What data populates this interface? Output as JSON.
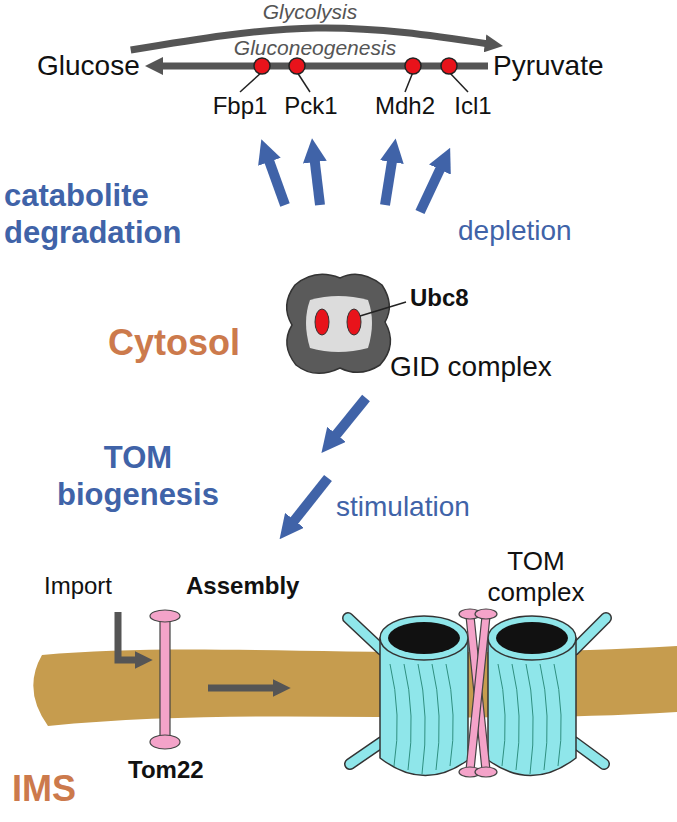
{
  "diagram": {
    "nodes": [
      {
        "text": [
          "Glucose"
        ]
      },
      {
        "text": [
          "Pyruvate"
        ]
      }
    ],
    "edges": [
      {
        "from": 0,
        "to": 1,
        "label": "Glycolysis",
        "arrow": "to"
      },
      {
        "from": 1,
        "to": 0,
        "label": "Gluconeogenesis",
        "arrow": "to"
      }
    ],
    "labels": [
      "Fbp1",
      "Pck1",
      "Mdh2",
      "Icl1",
      "catabolite degradation",
      "depletion",
      "Cytosol",
      "Ubc8",
      "GID complex",
      "TOM biogenesis",
      "stimulation",
      "Import",
      "Assembly",
      "TOM complex",
      "Tom22",
      "IMS"
    ]
  }
}
